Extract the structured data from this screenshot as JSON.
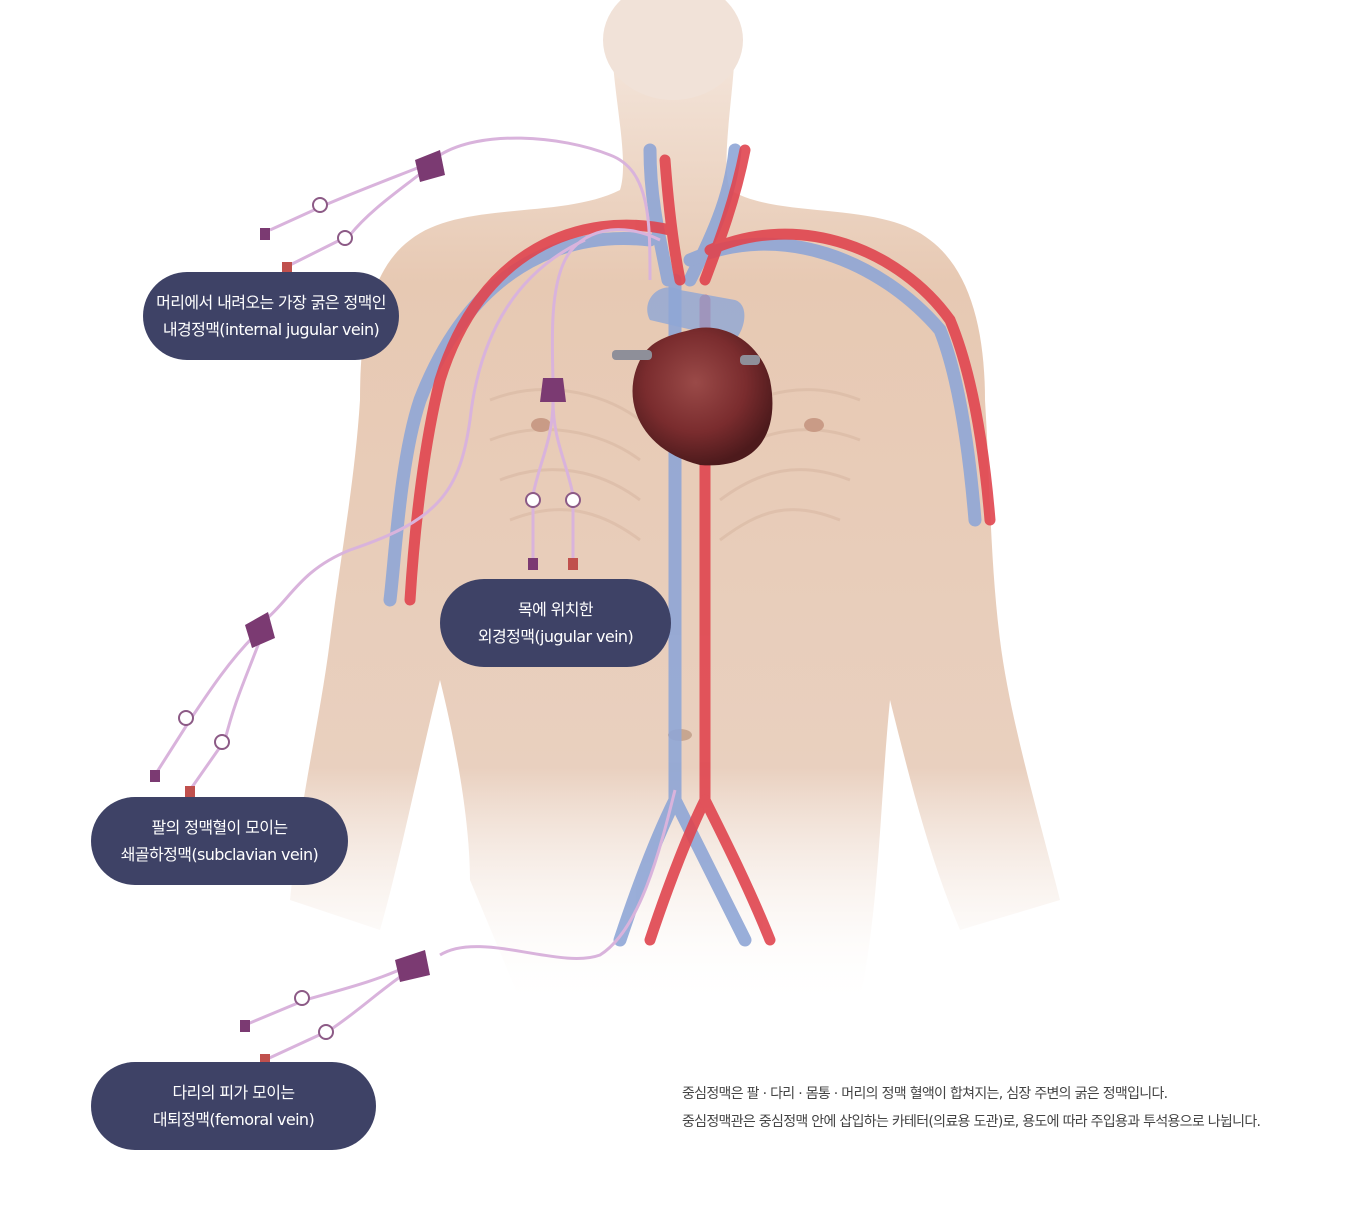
{
  "labels": {
    "internal_jugular": {
      "line1": "머리에서 내려오는 가장 굵은 정맥인",
      "line2": "내경정맥(internal jugular vein)"
    },
    "jugular": {
      "line1": "목에 위치한",
      "line2": "외경정맥(jugular vein)"
    },
    "subclavian": {
      "line1": "팔의 정맥혈이 모이는",
      "line2": "쇄골하정맥(subclavian vein)"
    },
    "femoral": {
      "line1": "다리의 피가 모이는",
      "line2": "대퇴정맥(femoral vein)"
    }
  },
  "description": {
    "line1": "중심정맥은 팔 · 다리 · 몸통 · 머리의 정맥 혈액이 합쳐지는, 심장 주변의 굵은 정맥입니다.",
    "line2": "중심정맥관은 중심정맥 안에 삽입하는 카테터(의료용 도관)로, 용도에 따라 주입용과 투석용으로 나뉩니다."
  },
  "colors": {
    "pill_background": "#3e4266",
    "skin": "#e8cdb8",
    "vein": "#8fa6d6",
    "artery": "#e0454f",
    "heart": "#7a2c2e",
    "catheter": "#d9b3dc",
    "catheter_hub": "#7b3a72"
  }
}
